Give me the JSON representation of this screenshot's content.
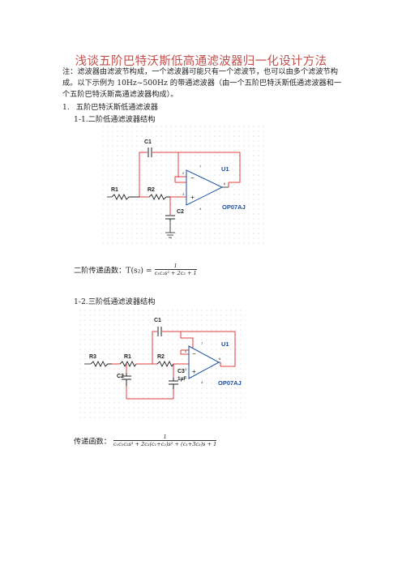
{
  "title": "浅谈五阶巴特沃斯低高通滤波器归一化设计方法",
  "note": "注：滤波器由滤波节构成，一个滤波器可能只有一个滤波节，也可以由多个滤波节构成。以下示例为 10Hz~500Hz 的带通滤波器（由一个五阶巴特沃斯低通滤波器和一个五阶巴特沃斯高通滤波器构成）。",
  "section1": {
    "num": "1.",
    "label": "五阶巴特沃斯低通滤波器"
  },
  "sub11": "1-1.二阶低通滤波器结构",
  "sub12": "1-2.三阶低通滤波器结构",
  "tf1": {
    "label": "二阶传递函数：T(s₂) =",
    "num": "1",
    "den": "c₁c₂s² + 2c₂ + 1"
  },
  "tf2": {
    "label": "传递函数：",
    "num": "1",
    "den": "c₁c₂c₃s³ + 2c₃(c₁+c₂)s² + (c₁+3c₃)s + 1"
  },
  "schematic1": {
    "labels": {
      "c1": "C1",
      "r1": "R1",
      "r2": "R2",
      "c2": "C2",
      "u1": "U1",
      "part": "OP07AJ"
    },
    "pins": [
      "2",
      "3",
      "6",
      "7",
      "4"
    ]
  },
  "schematic2": {
    "labels": {
      "c1": "C1",
      "r3": "R3",
      "r1": "R1",
      "r2": "R2",
      "c2": "C2",
      "c3": "C3",
      "c3v": "1µF",
      "u1": "U1",
      "part": "OP07AJ"
    },
    "pins": [
      "2",
      "3",
      "6",
      "7",
      "4"
    ]
  },
  "colors": {
    "title": "#c0504d",
    "wire": "#e03c3c",
    "component": "#222222",
    "part_label": "#1a4fa0"
  }
}
